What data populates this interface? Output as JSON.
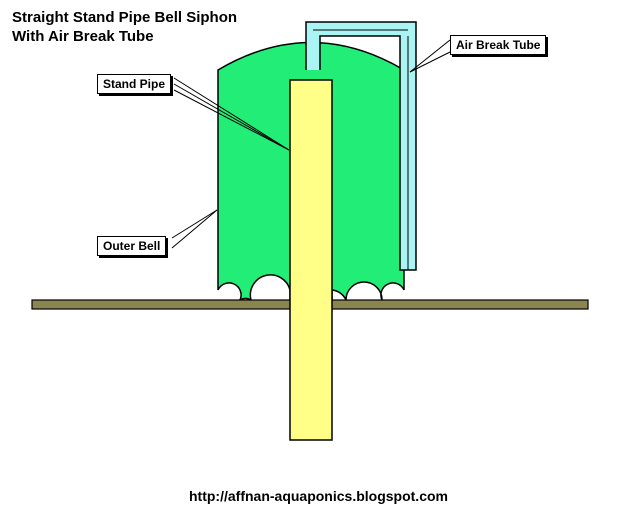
{
  "title": {
    "line1": "Straight Stand Pipe Bell Siphon",
    "line2": "With Air Break Tube"
  },
  "labels": {
    "stand_pipe": "Stand Pipe",
    "air_break_tube": "Air Break Tube",
    "outer_bell": "Outer Bell"
  },
  "footer": {
    "url": "http://affnan-aquaponics.blogspot.com"
  },
  "colors": {
    "bell": "#22ee77",
    "stand_pipe": "#ffff88",
    "air_tube": "#aaf4f4",
    "floor": "#8b8650",
    "outline": "#000000"
  }
}
